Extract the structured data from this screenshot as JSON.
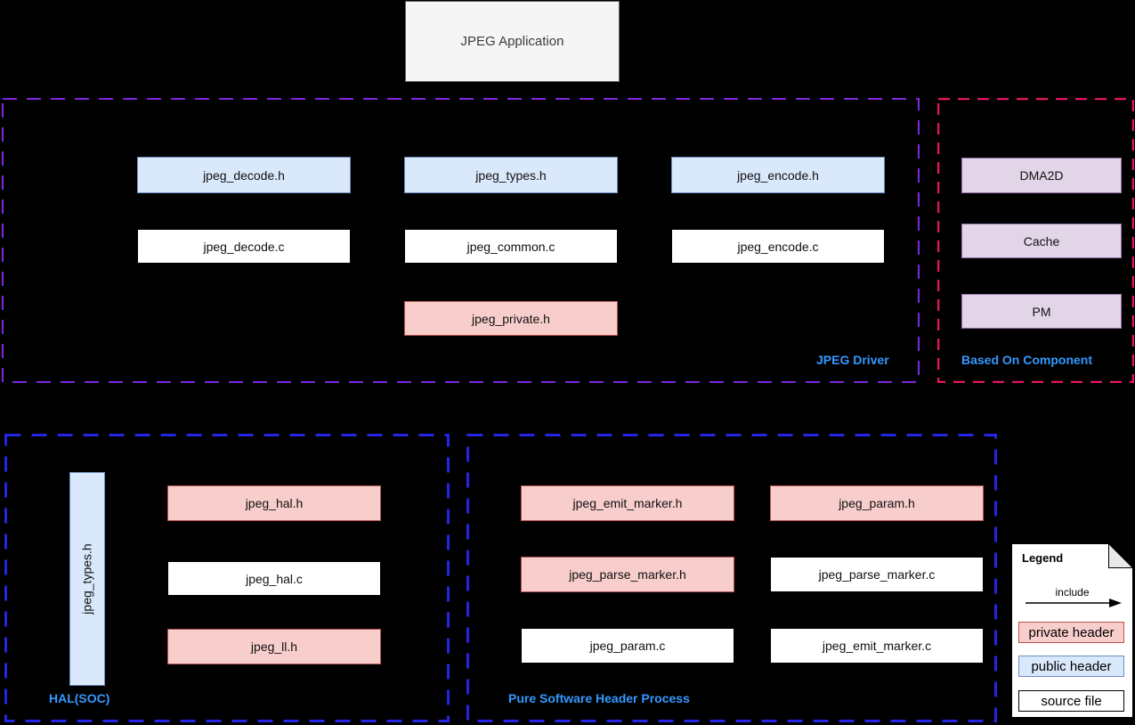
{
  "app": {
    "label": "JPEG Application"
  },
  "jpeg_driver": {
    "label": "JPEG Driver",
    "boxes": {
      "decode_h": "jpeg_decode.h",
      "types_h": "jpeg_types.h",
      "encode_h": "jpeg_encode.h",
      "decode_c": "jpeg_decode.c",
      "common_c": "jpeg_common.c",
      "encode_c": "jpeg_encode.c",
      "private_h": "jpeg_private.h"
    }
  },
  "based_on_component": {
    "label": "Based On Component",
    "boxes": {
      "dma2d": "DMA2D",
      "cache": "Cache",
      "pm": "PM"
    }
  },
  "hal_soc": {
    "label": "HAL(SOC)",
    "boxes": {
      "types_h_vertical": "jpeg_types.h",
      "hal_h": "jpeg_hal.h",
      "hal_c": "jpeg_hal.c",
      "ll_h": "jpeg_ll.h"
    }
  },
  "pure_software": {
    "label": "Pure Software Header Process",
    "boxes": {
      "emit_marker_h": "jpeg_emit_marker.h",
      "param_h": "jpeg_param.h",
      "parse_marker_h": "jpeg_parse_marker.h",
      "parse_marker_c": "jpeg_parse_marker.c",
      "param_c": "jpeg_param.c",
      "emit_marker_c": "jpeg_emit_marker.c"
    }
  },
  "legend": {
    "title": "Legend",
    "include_label": "include",
    "private_header": "private header",
    "public_header": "public header",
    "source_file": "source file"
  },
  "colors": {
    "background": "#000000",
    "public_header_fill": "#dae8fc",
    "public_header_stroke": "#6c8ebf",
    "private_header_fill": "#f8cecc",
    "private_header_stroke": "#b85450",
    "source_file_fill": "#ffffff",
    "source_file_stroke": "#000000",
    "component_fill": "#e1d5e7",
    "component_stroke": "#9673a6",
    "app_box_fill": "#f5f5f5",
    "app_box_stroke": "#666666",
    "group_label_text": "#3399ff",
    "jpeg_driver_border": "#8126e0",
    "based_on_component_border": "#e51467",
    "hal_soc_border": "#2525e6",
    "pure_software_border": "#2525e6"
  }
}
